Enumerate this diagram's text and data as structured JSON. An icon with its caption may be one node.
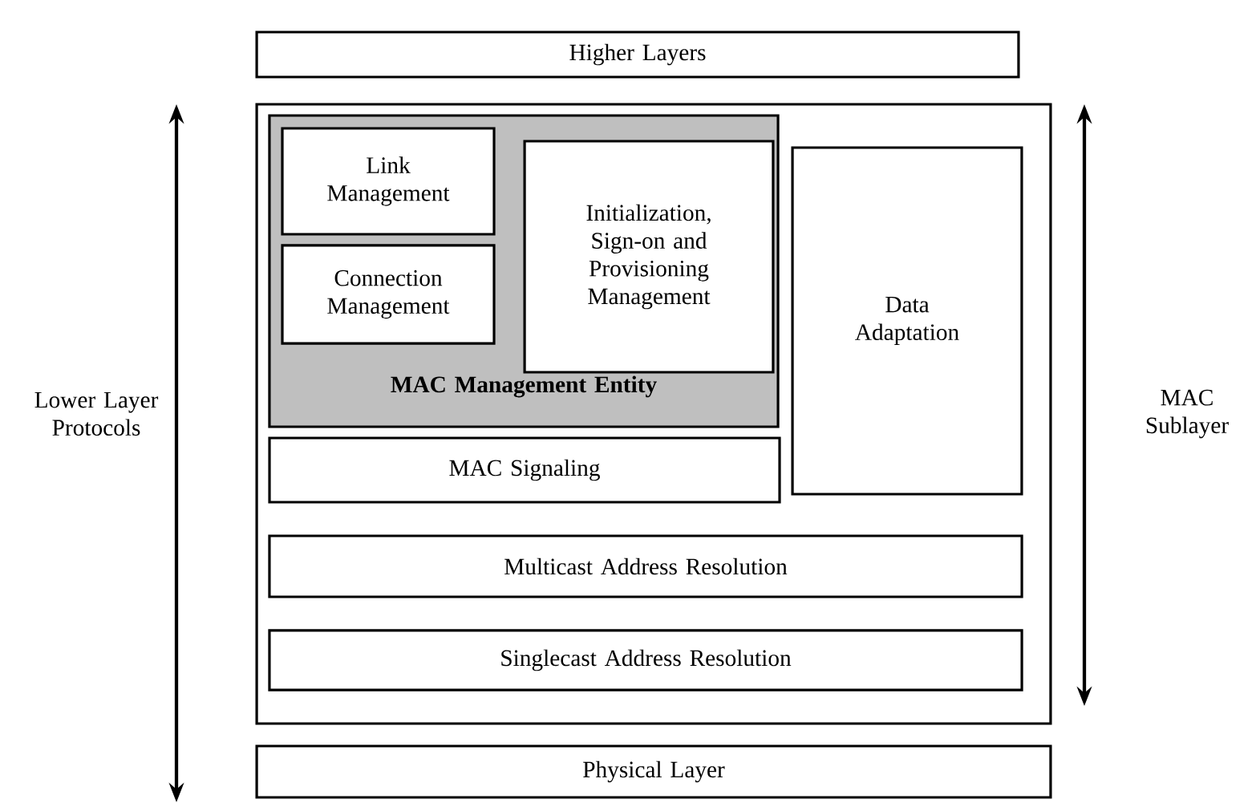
{
  "diagram": {
    "nodes": [
      {
        "text": [
          "Higher Layers"
        ]
      },
      {
        "text": [],
        "shape": "box"
      },
      {
        "text": [
          "MAC Management Entity"
        ],
        "in": 1
      },
      {
        "text": [
          "Link Management"
        ],
        "in": 2
      },
      {
        "text": [
          "Initialization, Sign-on and Provisioning Management"
        ],
        "in": 2
      },
      {
        "text": [
          "Connection Management"
        ],
        "in": 2
      },
      {
        "text": [
          "Data Adaptation"
        ],
        "in": 1
      },
      {
        "text": [
          "MAC Signaling"
        ],
        "in": 1
      },
      {
        "text": [
          "Multicast Address Resolution"
        ],
        "in": 1
      },
      {
        "text": [
          "Singlecast Address Resolution"
        ],
        "in": 1
      },
      {
        "text": [
          "Physical Layer"
        ]
      }
    ],
    "labels": [
      "Lower Layer Protocols",
      "MAC Sublayer"
    ]
  }
}
